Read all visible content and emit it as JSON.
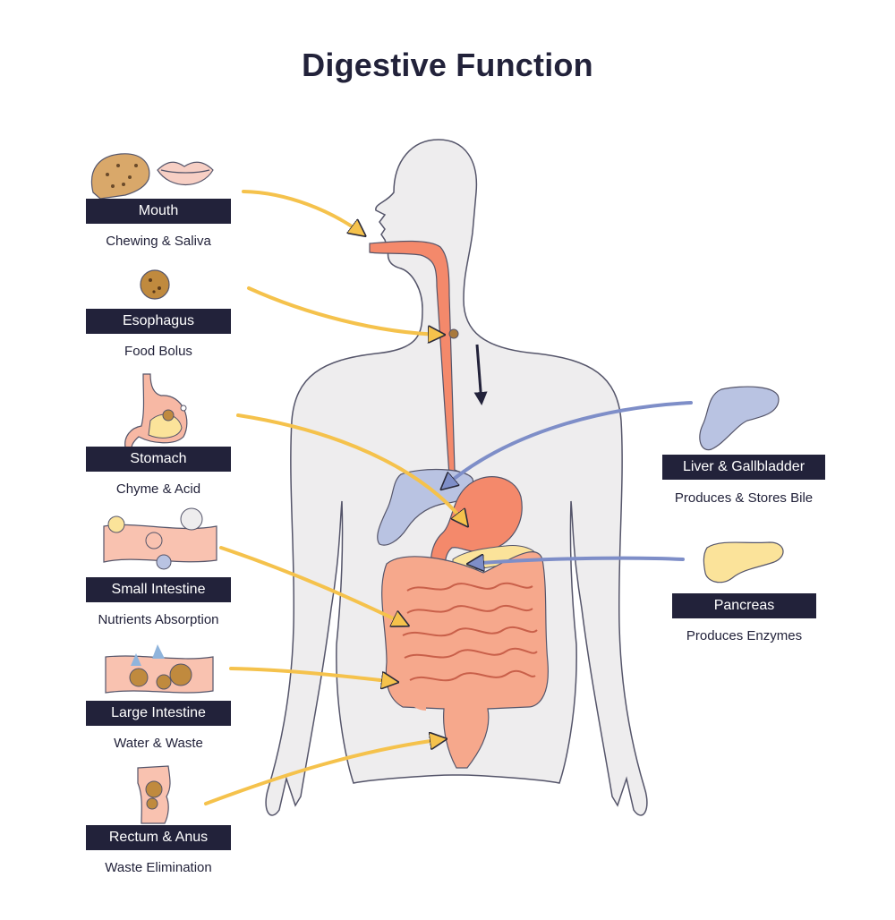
{
  "title": "Digestive Function",
  "colors": {
    "label_bg": "#22223a",
    "body": "#eeedee",
    "organ": "#f4896b",
    "intestine": "#f6a88c",
    "liver": "#b9c3e2",
    "pancreas": "#fbe39a",
    "arrow_yellow": "#f5c24c",
    "arrow_blue": "#7e8ec8"
  },
  "stages": [
    {
      "label": "Mouth",
      "desc": "Chewing & Saliva",
      "icon": "bread-and-lips-icon"
    },
    {
      "label": "Esophagus",
      "desc": "Food Bolus",
      "icon": "food-bolus-icon"
    },
    {
      "label": "Stomach",
      "desc": "Chyme & Acid",
      "icon": "stomach-icon"
    },
    {
      "label": "Small Intestine",
      "desc": "Nutrients Absorption",
      "icon": "small-intestine-wall-icon"
    },
    {
      "label": "Large Intestine",
      "desc": "Water & Waste",
      "icon": "large-intestine-wall-icon"
    },
    {
      "label": "Rectum & Anus",
      "desc": "Waste Elimination",
      "icon": "rectum-icon"
    }
  ],
  "accessory": [
    {
      "label": "Liver & Gallbladder",
      "desc": "Produces & Stores Bile",
      "icon": "liver-icon"
    },
    {
      "label": "Pancreas",
      "desc": "Produces Enzymes",
      "icon": "pancreas-icon"
    }
  ]
}
